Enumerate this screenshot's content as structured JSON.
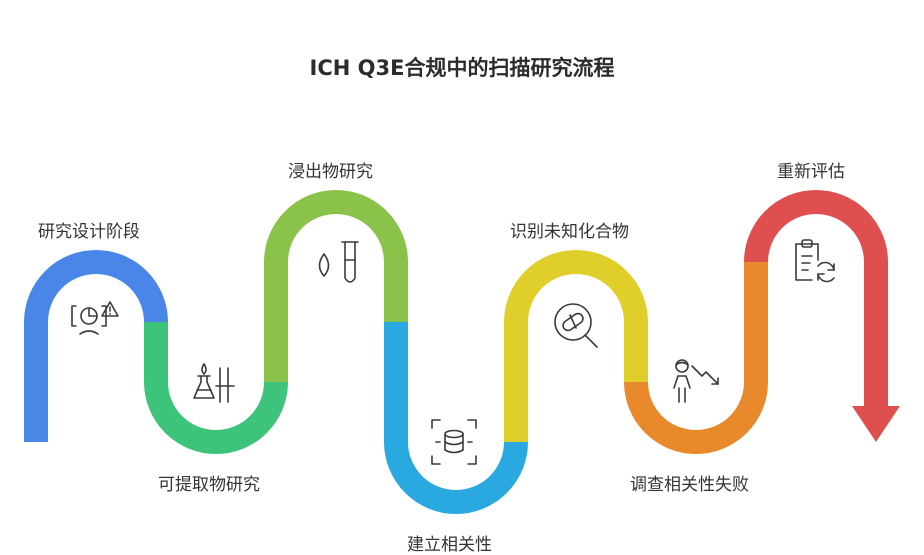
{
  "title": "ICH Q3E合规中的扫描研究流程",
  "steps": [
    {
      "label": "研究设计阶段",
      "color": "#4a86e8",
      "icon": "chart-warning-icon"
    },
    {
      "label": "可提取物研究",
      "color": "#3ec47a",
      "icon": "lab-flask-icon"
    },
    {
      "label": "浸出物研究",
      "color": "#8bc34a",
      "icon": "drop-testtube-icon"
    },
    {
      "label": "建立相关性",
      "color": "#29a9e0",
      "icon": "database-scan-icon"
    },
    {
      "label": "识别未知化合物",
      "color": "#e0cf2b",
      "icon": "pill-magnifier-icon"
    },
    {
      "label": "调查相关性失败",
      "color": "#e8892b",
      "icon": "person-decline-icon"
    },
    {
      "label": "重新评估",
      "color": "#e04f4f",
      "icon": "clipboard-refresh-icon"
    }
  ]
}
